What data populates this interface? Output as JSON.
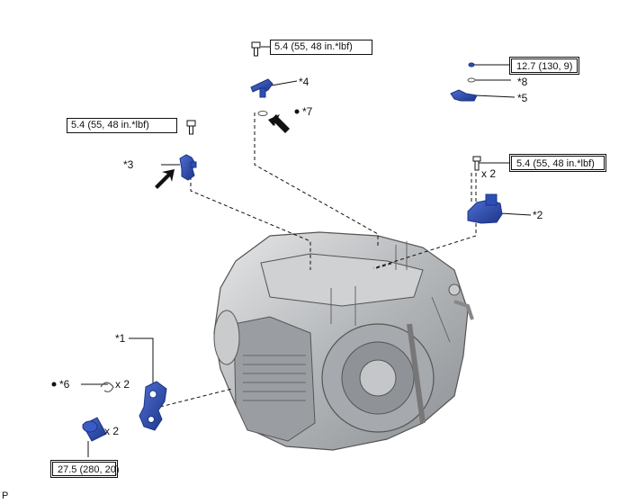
{
  "figure_id": "P",
  "torques": {
    "bolt4": "5.4 (55, 48 in.*lbf)",
    "bolt3": "5.4 (55, 48 in.*lbf)",
    "bolt8": "12.7 (130, 9)",
    "bolt2": "5.4 (55, 48 in.*lbf)",
    "bolt1": "27.5 (280, 20)"
  },
  "callouts": {
    "c1": "*1",
    "c2": "*2",
    "c3": "*3",
    "c4": "*4",
    "c5": "*5",
    "c6": "*6",
    "c7": "*7",
    "c8": "*8"
  },
  "quantities": {
    "q2": "x 2",
    "q6": "x 2",
    "q1": "x 2"
  },
  "colors": {
    "part_blue": "#2d4fb5",
    "part_blue_dark": "#1b3486",
    "housing_gray": "#b9bcbf",
    "line": "#111111"
  }
}
